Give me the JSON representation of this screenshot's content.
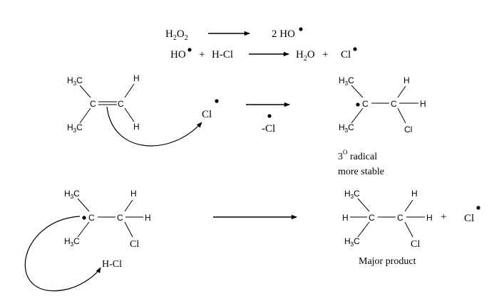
{
  "equations": {
    "eq1": {
      "reactant": "H",
      "reactant_sub": "2",
      "reactant_mid": "O",
      "reactant_sub2": "2",
      "product": "2 HO"
    },
    "eq2": {
      "reactant1": "HO",
      "plus1": "+",
      "reactant2": "H-Cl",
      "product1_H": "H",
      "product1_sub": "2",
      "product1_O": "O",
      "plus2": "+",
      "product2": "Cl"
    }
  },
  "step1": {
    "alkene": {
      "ch3_a": "H",
      "ch3_a_sub": "3",
      "ch3_a_c": "C",
      "ch3_b": "H",
      "ch3_b_sub": "3",
      "ch3_b_c": "C",
      "c1": "C",
      "c2": "C",
      "h_top": "H",
      "h_bottom": "H"
    },
    "radical": "Cl",
    "byproduct": "-Cl",
    "product": {
      "ch3_a": "H",
      "ch3_a_sub": "3",
      "ch3_a_c": "C",
      "ch3_b": "H",
      "ch3_b_sub": "3",
      "ch3_b_c": "C",
      "c1": "C",
      "c2": "C",
      "h_top": "H",
      "h_right": "H",
      "cl": "Cl"
    },
    "note_line1_a": "3",
    "note_line1_sup": "O",
    "note_line1_b": " radical",
    "note_line2": "more stable"
  },
  "step2": {
    "reactant": {
      "ch3_a": "H",
      "ch3_a_sub": "3",
      "ch3_a_c": "C",
      "ch3_b": "H",
      "ch3_b_sub": "3",
      "ch3_b_c": "C",
      "c1": "C",
      "c2": "C",
      "h_top": "H",
      "h_right": "H",
      "cl": "Cl"
    },
    "reagent": "H-Cl",
    "product": {
      "ch3_a": "H",
      "ch3_a_sub": "3",
      "ch3_a_c": "C",
      "ch3_b": "H",
      "ch3_b_sub": "3",
      "ch3_b_c": "C",
      "h_left": "H",
      "c1": "C",
      "c2": "C",
      "h_top": "H",
      "h_right": "H",
      "cl": "Cl"
    },
    "plus": "+",
    "radical": "Cl",
    "label": "Major product"
  }
}
